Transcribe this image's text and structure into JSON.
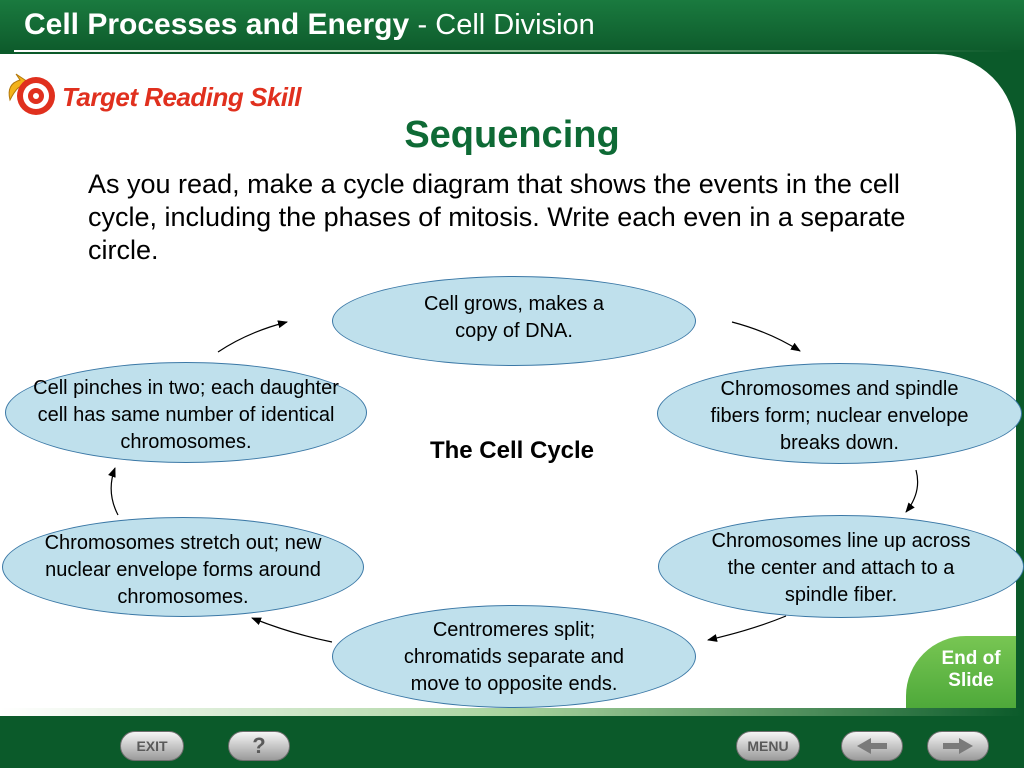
{
  "header": {
    "title": "Cell Processes and Energy",
    "subtitle": "- Cell Division"
  },
  "badge": {
    "label": "Target Reading Skill",
    "icon": "target-icon"
  },
  "heading": "Sequencing",
  "instructions": "As you read, make a cycle diagram that shows the events in the cell cycle, including the phases of mitosis. Write each even in a separate circle.",
  "diagram": {
    "center_label": "The Cell Cycle",
    "steps": [
      "Cell grows, makes a copy of DNA.",
      "Chromosomes and spindle fibers form; nuclear envelope breaks down.",
      "Chromosomes line up across the center and attach to a spindle fiber.",
      "Centromeres split; chromatids separate and move to opposite ends.",
      "Chromosomes stretch out; new nuclear envelope forms around chromosomes.",
      "Cell pinches in two; each daughter cell has same number of identical chromosomes."
    ]
  },
  "end_tab": {
    "line1": "End of",
    "line2": "Slide"
  },
  "nav": {
    "exit_label": "EXIT",
    "help_label": "?",
    "menu_label": "MENU",
    "prev_icon": "arrow-left-icon",
    "next_icon": "arrow-right-icon"
  },
  "colors": {
    "header_green": "#0e5c2c",
    "heading_green": "#0e6a35",
    "badge_red": "#e0301e",
    "ellipse_fill": "#bfe0ec",
    "ellipse_border": "#3b78a6",
    "end_tab_green": "#4ea93a"
  }
}
